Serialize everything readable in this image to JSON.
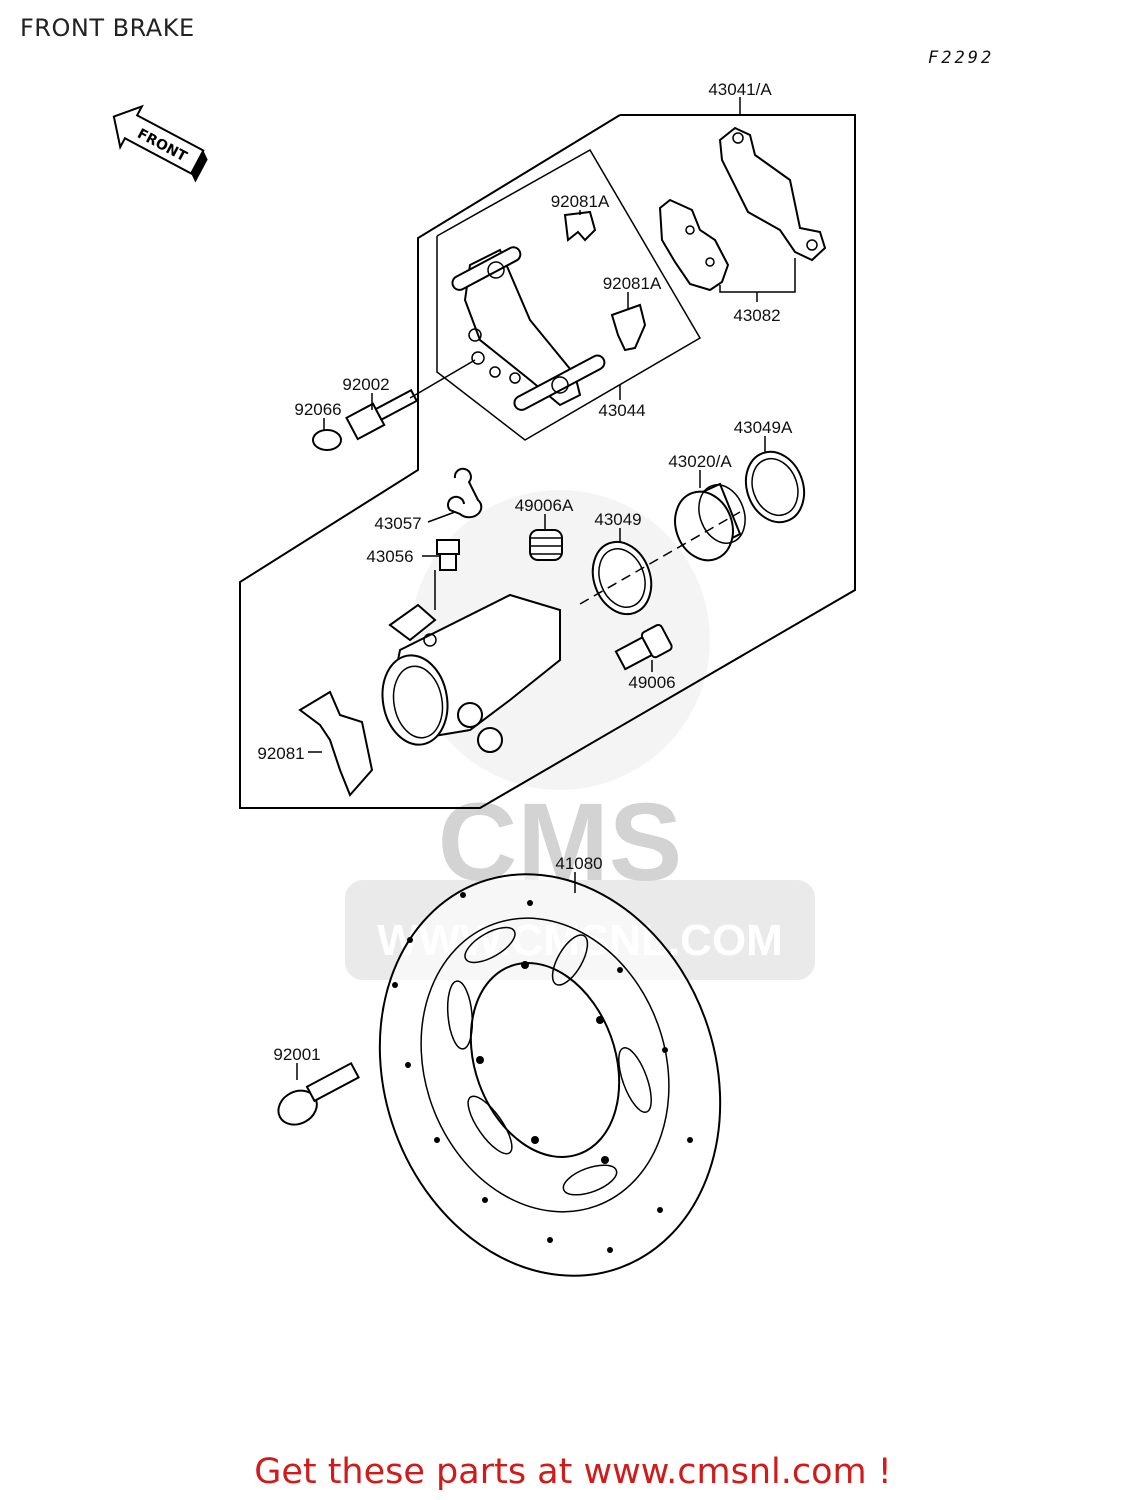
{
  "page": {
    "title": "FRONT BRAKE",
    "figure_code": "F2292",
    "footer_cta": "Get these parts at www.cmsnl.com !"
  },
  "diagram": {
    "direction_arrow": "FRONT",
    "watermark": {
      "brand": "CMS",
      "url": "WWW.CMSNL.COM"
    },
    "parts": [
      {
        "id": "p43041",
        "number": "43041/A"
      },
      {
        "id": "p92081a_1",
        "number": "92081A"
      },
      {
        "id": "p92081a_2",
        "number": "92081A"
      },
      {
        "id": "p43082",
        "number": "43082"
      },
      {
        "id": "p92002",
        "number": "92002"
      },
      {
        "id": "p92066",
        "number": "92066"
      },
      {
        "id": "p43044",
        "number": "43044"
      },
      {
        "id": "p43049a",
        "number": "43049A"
      },
      {
        "id": "p43020",
        "number": "43020/A"
      },
      {
        "id": "p49006a",
        "number": "49006A"
      },
      {
        "id": "p43049",
        "number": "43049"
      },
      {
        "id": "p43057",
        "number": "43057"
      },
      {
        "id": "p43056",
        "number": "43056"
      },
      {
        "id": "p49006",
        "number": "49006"
      },
      {
        "id": "p92081",
        "number": "92081"
      },
      {
        "id": "p41080",
        "number": "41080"
      },
      {
        "id": "p92001",
        "number": "92001"
      }
    ]
  }
}
